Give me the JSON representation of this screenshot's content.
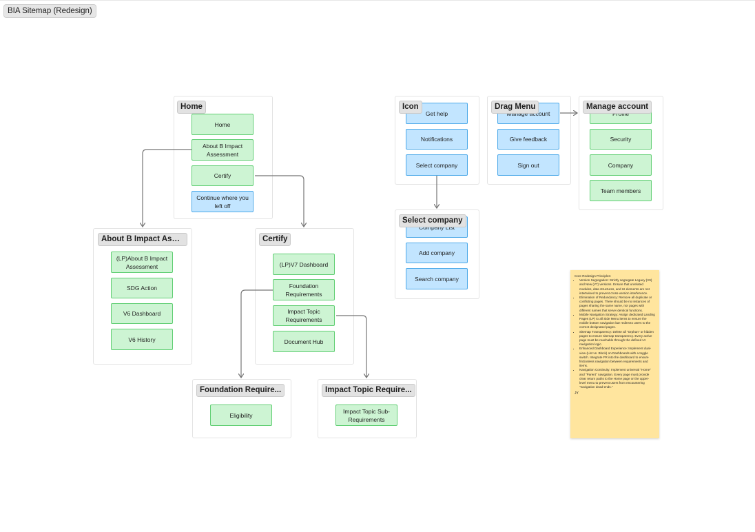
{
  "board": {
    "title": "BIA Sitemap (Redesign)"
  },
  "sections": {
    "home": {
      "label": "Home",
      "nodes": [
        "Home",
        "About B Impact Assessment",
        "Certify",
        "Continue where you left off"
      ]
    },
    "about": {
      "label": "About B Impact Asse...",
      "nodes": [
        "(LP)About B Impact Assessment",
        "SDG Action",
        "V6 Dashboard",
        "V6 History"
      ]
    },
    "certify": {
      "label": "Certify",
      "nodes": [
        "(LP)V7 Dashboard",
        "Foundation Requirements",
        "Impact Topic Requirements",
        "Document Hub"
      ]
    },
    "foundation": {
      "label": "Foundation Require...",
      "nodes": [
        "Eligibility"
      ]
    },
    "impact_topic": {
      "label": "Impact Topic Require...",
      "nodes": [
        "Impact Topic Sub-Requirements"
      ]
    },
    "icon": {
      "label": "Icon",
      "nodes": [
        "Get help",
        "Notifications",
        "Select company"
      ]
    },
    "drag_menu": {
      "label": "Drag Menu",
      "nodes": [
        "Manage account",
        "Give feedback",
        "Sign out"
      ]
    },
    "manage_account": {
      "label": "Manage account",
      "nodes": [
        "Profile",
        "Security",
        "Company",
        "Team members"
      ]
    },
    "select_company": {
      "label": "Select company",
      "nodes": [
        "Company List",
        "Add company",
        "Search company"
      ]
    }
  },
  "note": {
    "heading": "Core Redesign Principles:",
    "items": [
      "Version Segregation: Strictly segregate Legacy (V6) and New (V7) versions. Ensure that unrelated modules, data structures, and UI elements are not intertwined to prevent cross-version interference.",
      "Elimination of Redundancy: Remove all duplicate or conflicting pages. There should be no instances of pages sharing the same name, nor pages with different names that serve identical functions.",
      "Mobile Navigation Strategy: Assign dedicated Landing Pages (LP) to all Side Menu items to ensure the mobile bottom navigation bar redirects users to the correct designated pages.",
      "Sitemap Transparency: Delete all \"Orphan\" or hidden pages to ensure sitemap transparency. Every active page must be reachable through the defined UI navigation logic.",
      "Enhanced Dashboard Experience: Implement dual-view (List vs. Block) on Dashboards with a toggle switch. Integrate FR into the dashboard to ensure frictionless navigation between requirements and items.",
      "Navigation Continuity: Implement universal \"Home\" and \"Parent\" navigation. Every page must provide clear return paths to the Home page or the upper-level menu to prevent users from encountering \"navigation dead-ends.\""
    ],
    "signature": "JY"
  },
  "colors": {
    "green_fill": "#cdf4d3",
    "green_stroke": "#5fce72",
    "blue_fill": "#c2e5ff",
    "blue_stroke": "#4aa8e8",
    "note_fill": "#ffe59e",
    "connector": "#757575"
  }
}
